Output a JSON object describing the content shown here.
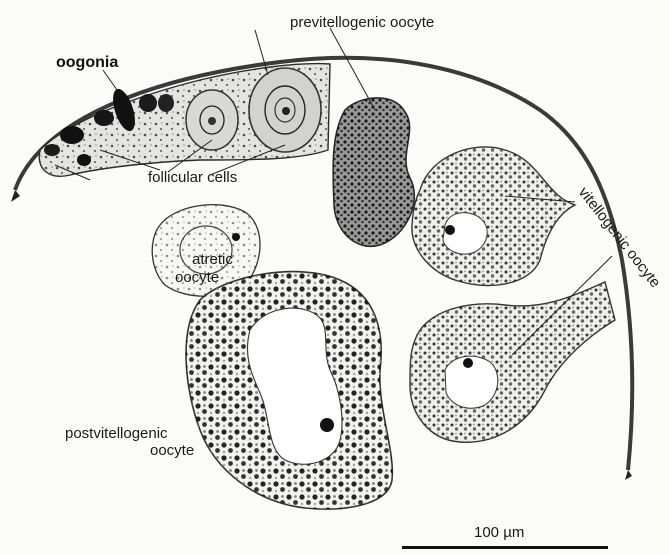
{
  "labels": {
    "oogonia": "oogonia",
    "previtellogenic": "previtellogenic oocyte",
    "follicular": "follicular cells",
    "vitellogenic": "vitellogenic oocyte",
    "atretic_1": "atretic",
    "atretic_2": "oocyte",
    "postvitellogenic_1": "postvitellogenic",
    "postvitellogenic_2": "oocyte"
  },
  "scale_bar": {
    "label": "100 µm"
  },
  "colors": {
    "ink": "#1a1a1a",
    "cytoplasm": "#e9e9e6",
    "wall": "#3a3a3a"
  }
}
